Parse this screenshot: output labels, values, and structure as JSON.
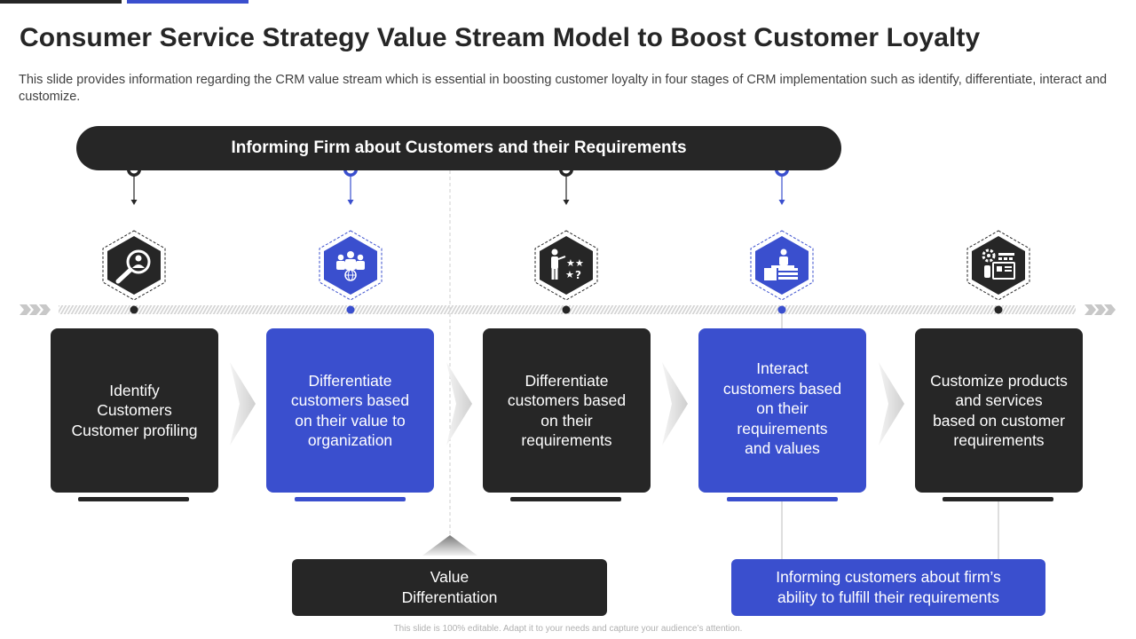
{
  "title": "Consumer Service Strategy Value Stream Model to Boost Customer Loyalty",
  "subtitle": "This slide provides information regarding the CRM value stream which is essential in boosting customer loyalty  in four stages of CRM implementation such as identify, differentiate, interact and customize.",
  "banner": "Informing Firm about Customers and their Requirements",
  "colors": {
    "dark": "#262626",
    "blue": "#3a4fce",
    "gray": "#bdbdbd"
  },
  "stages": [
    {
      "label": "Identify\nCustomers\nCustomer profiling",
      "color": "dark",
      "icon": "magnifier-person-icon"
    },
    {
      "label": "Differentiate\ncustomers based\non their value to\norganization",
      "color": "blue",
      "icon": "team-globe-icon"
    },
    {
      "label": "Differentiate\ncustomers based\non their\nrequirements",
      "color": "dark",
      "icon": "person-rating-icon"
    },
    {
      "label": "Interact\ncustomers based\non their\nrequirements\nand values",
      "color": "blue",
      "icon": "presenter-podium-icon"
    },
    {
      "label": "Customize products\nand services\nbased on customer\nrequirements",
      "color": "dark",
      "icon": "gear-dashboard-icon"
    }
  ],
  "bottom": {
    "value_differentiation": "Value\nDifferentiation",
    "informing": "Informing customers about firm’s\nability to fulfill their requirements"
  },
  "footer": "This slide is 100% editable. Adapt it to your needs and capture your audience’s attention."
}
